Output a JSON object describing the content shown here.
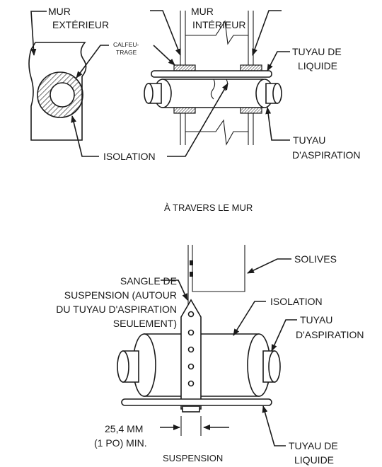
{
  "labels": {
    "mur_exterieur": [
      "MUR",
      "EXTÉRIEUR"
    ],
    "mur_interieur": [
      "MUR",
      "INTÉRIEUR"
    ],
    "calfeutrage": [
      "CALFEU-",
      "TRAGE"
    ],
    "tuyau_liquide_top": [
      "TUYAU DE",
      "LIQUIDE"
    ],
    "isolation_top": "ISOLATION",
    "tuyau_aspiration_top": [
      "TUYAU",
      "D'ASPIRATION"
    ],
    "caption_top": "À TRAVERS LE MUR",
    "solives": "SOLIVES",
    "sangle": [
      "SANGLE DE",
      "SUSPENSION (AUTOUR",
      "DU TUYAU D'ASPIRATION",
      "SEULEMENT)"
    ],
    "isolation_bottom": "ISOLATION",
    "tuyau_aspiration_bottom": [
      "TUYAU",
      "D'ASPIRATION"
    ],
    "dimension": [
      "25,4 MM",
      "(1 PO) MIN."
    ],
    "tuyau_liquide_bottom": [
      "TUYAU DE",
      "LIQUIDE"
    ],
    "caption_bottom": "SUSPENSION"
  }
}
